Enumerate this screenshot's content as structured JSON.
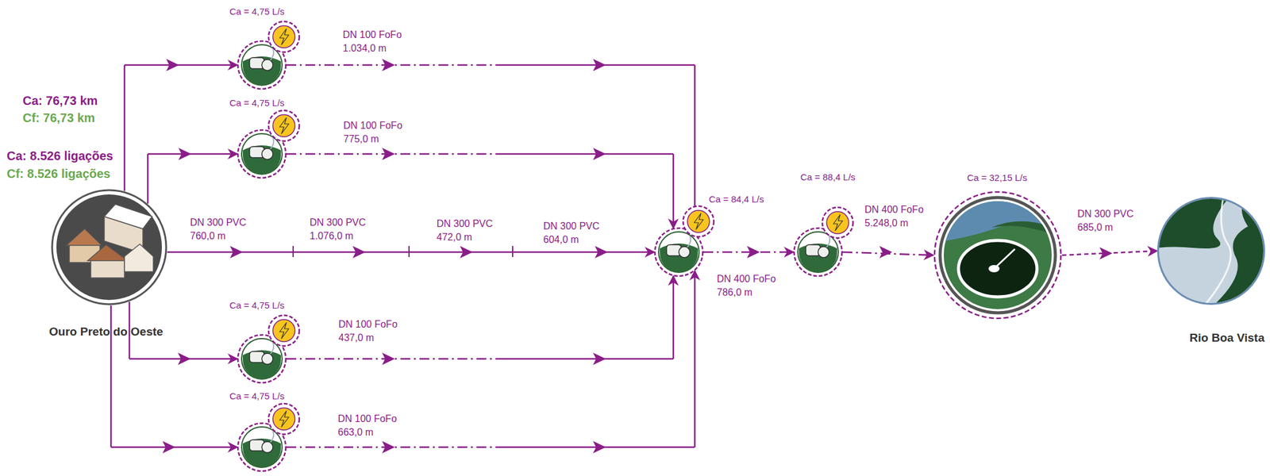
{
  "diagram": {
    "nodes": [
      {
        "text": [
          "Ouro Preto do Oeste"
        ]
      },
      {
        "text": [
          "Ca = 4,75 L/s"
        ]
      },
      {
        "text": [
          "Ca = 4,75 L/s"
        ]
      },
      {
        "text": [
          "Ca = 4,75 L/s"
        ]
      },
      {
        "text": [
          "Ca = 4,75 L/s"
        ]
      },
      {
        "text": [
          "Ca = 84,4 L/s"
        ]
      },
      {
        "text": [
          "Ca = 88,4 L/s"
        ]
      },
      {
        "text": [
          "Ca = 32,15 L/s"
        ]
      },
      {
        "text": [
          "Rio Boa Vista"
        ]
      }
    ],
    "edges": [
      {
        "from": 0,
        "to": 1,
        "arrow": "to"
      },
      {
        "from": 0,
        "to": 2,
        "arrow": "to"
      },
      {
        "from": 0,
        "to": 3,
        "arrow": "to"
      },
      {
        "from": 0,
        "to": 4,
        "arrow": "to"
      },
      {
        "from": 0,
        "to": 5,
        "arrow": "to"
      },
      {
        "from": 1,
        "to": 5,
        "label": "DN 100 FoFo 1.034,0 m",
        "arrow": "to"
      },
      {
        "from": 2,
        "to": 5,
        "label": "DN 100 FoFo 775,0 m",
        "arrow": "to"
      },
      {
        "from": 3,
        "to": 5,
        "label": "DN 100 FoFo 437,0 m",
        "arrow": "to"
      },
      {
        "from": 4,
        "to": 5,
        "label": "DN 100 FoFo 663,0 m",
        "arrow": "to"
      },
      {
        "from": 5,
        "to": 6,
        "label": "DN 400 FoFo 786,0 m",
        "arrow": "to"
      },
      {
        "from": 6,
        "to": 7,
        "label": "DN 400 FoFo 5.248,0 m",
        "arrow": "to"
      },
      {
        "from": 7,
        "to": 8,
        "label": "DN 300 PVC 685,0 m",
        "arrow": "to"
      }
    ],
    "labels": [
      "Ca: 76,73 km",
      "Cf: 76,73 km",
      "Ca: 8.526 ligações",
      "Cf: 8.526 ligações",
      "DN 300 PVC 760,0 m",
      "DN 300 PVC 1.076,0 m",
      "DN 300 PVC 472,0 m",
      "DN 300 PVC 604,0 m"
    ]
  }
}
